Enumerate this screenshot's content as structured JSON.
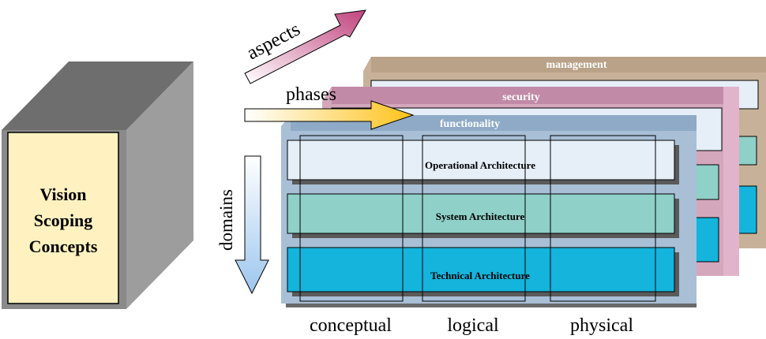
{
  "box": {
    "lines": [
      "Vision",
      "Scoping",
      "Concepts"
    ]
  },
  "arrows": {
    "aspects": "aspects",
    "phases": "phases",
    "domains": "domains"
  },
  "layers": {
    "back": {
      "title": "management",
      "color": "#c7b299"
    },
    "middle": {
      "title": "security",
      "color": "#d4a7bd"
    },
    "front": {
      "title": "functionality",
      "color": "#a8bfd6"
    }
  },
  "rows": [
    {
      "label": "Operational Architecture",
      "color": "#e6eef8"
    },
    {
      "label": "System Architecture",
      "color": "#8fd0c8"
    },
    {
      "label": "Technical Architecture",
      "color": "#14b4dc"
    }
  ],
  "columns": [
    "conceptual",
    "logical",
    "physical"
  ],
  "colors": {
    "box_front": "#fff2c0",
    "box_side": "#9d9d9d",
    "box_top": "#6e6e6e",
    "aspects_arrow": "#c0447e",
    "phases_arrow": "#ffc92a",
    "domains_arrow": "#a8cdf0"
  }
}
